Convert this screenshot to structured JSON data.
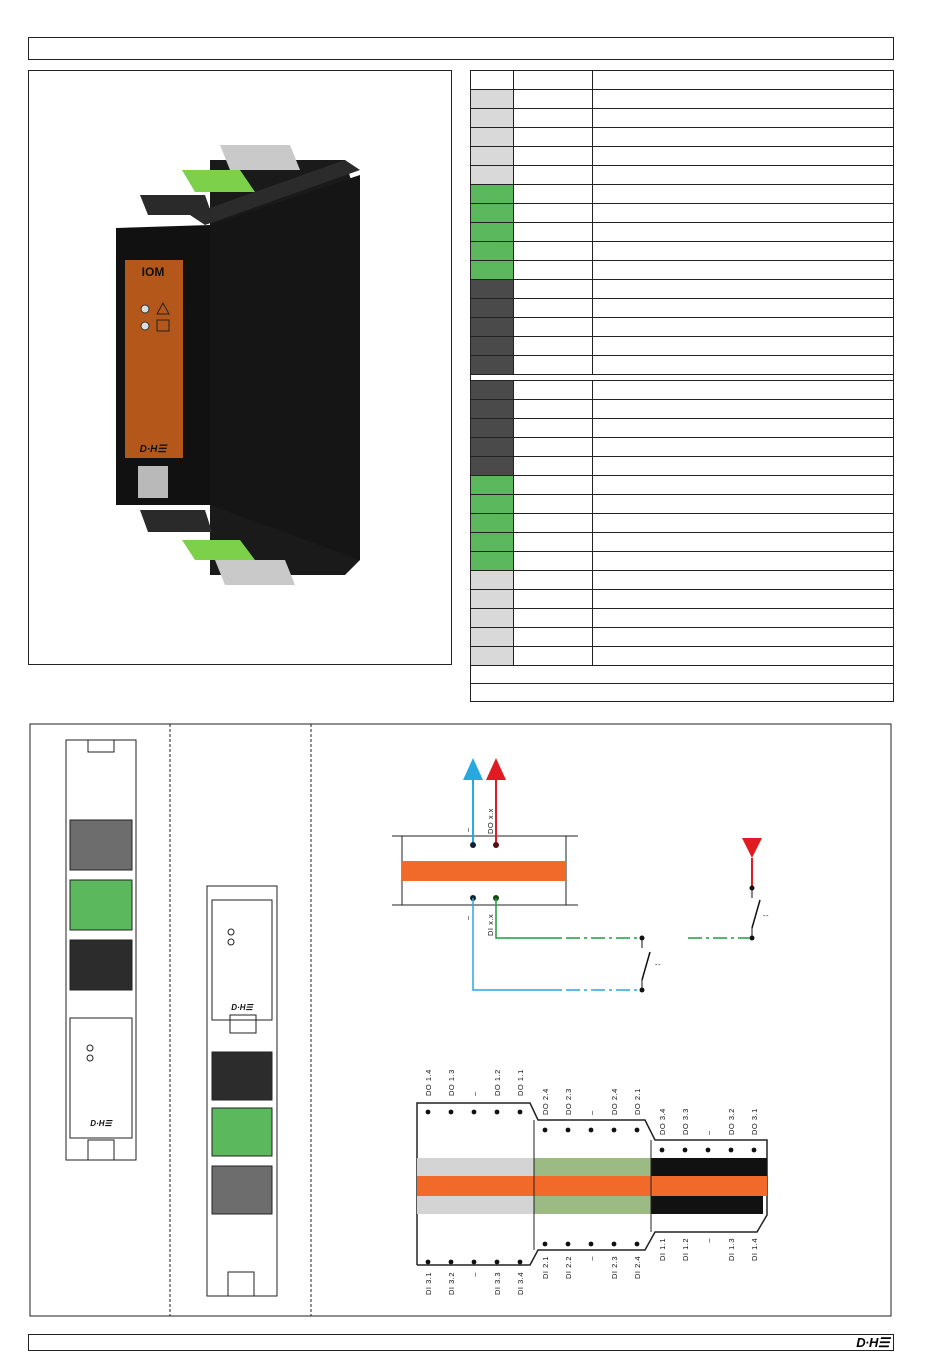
{
  "header": {
    "title": ""
  },
  "device": {
    "label": "IOM",
    "brand": "D·H☰"
  },
  "pin_table": {
    "rows": [
      {
        "color": "#d9d9d9"
      },
      {
        "color": "#d9d9d9"
      },
      {
        "color": "#d9d9d9"
      },
      {
        "color": "#d9d9d9"
      },
      {
        "color": "#d9d9d9"
      },
      {
        "color": "#5cb85c"
      },
      {
        "color": "#5cb85c"
      },
      {
        "color": "#5cb85c"
      },
      {
        "color": "#5cb85c"
      },
      {
        "color": "#5cb85c"
      },
      {
        "color": "#4a4a4a"
      },
      {
        "color": "#4a4a4a"
      },
      {
        "color": "#4a4a4a"
      },
      {
        "color": "#4a4a4a"
      },
      {
        "color": "#4a4a4a"
      },
      {
        "gap": true
      },
      {
        "color": "#4a4a4a"
      },
      {
        "color": "#4a4a4a"
      },
      {
        "color": "#4a4a4a"
      },
      {
        "color": "#4a4a4a"
      },
      {
        "color": "#4a4a4a"
      },
      {
        "color": "#5cb85c"
      },
      {
        "color": "#5cb85c"
      },
      {
        "color": "#5cb85c"
      },
      {
        "color": "#5cb85c"
      },
      {
        "color": "#5cb85c"
      },
      {
        "color": "#d9d9d9"
      },
      {
        "color": "#d9d9d9"
      },
      {
        "color": "#d9d9d9"
      },
      {
        "color": "#d9d9d9"
      },
      {
        "color": "#d9d9d9"
      }
    ]
  },
  "wiring": {
    "do_label": "DO x.x",
    "di_label": "DI x.x",
    "minus": "–",
    "dash": "--"
  },
  "terminals": {
    "top_a": [
      "DO 1.4",
      "DO 1.3",
      "–",
      "DO 1.2",
      "DO 1.1"
    ],
    "top_b": [
      "DO 2.4",
      "DO 2.3",
      "–",
      "DO 2.4",
      "DO 2.1"
    ],
    "top_c": [
      "DO 3.4",
      "DO 3.3",
      "–",
      "DO 3.2",
      "DO 3.1"
    ],
    "bot_a": [
      "DI 3.1",
      "DI 3.2",
      "–",
      "DI 3.3",
      "DI 3.4"
    ],
    "bot_b": [
      "DI 2.1",
      "DI 2.2",
      "–",
      "DI 2.3",
      "DI 2.4"
    ],
    "bot_c": [
      "DI 1.1",
      "DI 1.2",
      "–",
      "DI 1.3",
      "DI 1.4"
    ]
  },
  "colors": {
    "orange": "#f26a2a",
    "grey": "#d4d4d4",
    "green": "#9cbb84",
    "black": "#111111",
    "blue": "#29a8e0",
    "red": "#e01b22",
    "wire_green": "#1e9e3c",
    "device_orange": "#b4571a"
  },
  "footer": {
    "logo": "D·H☰"
  }
}
